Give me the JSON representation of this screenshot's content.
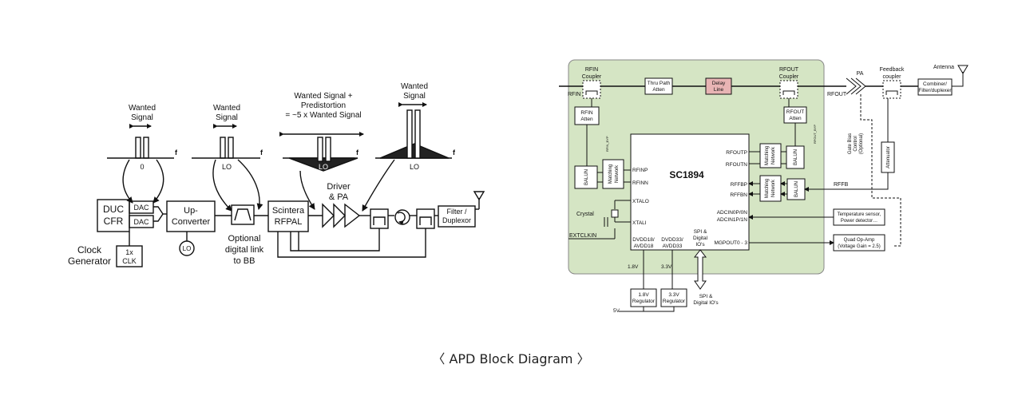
{
  "caption": "〈 APD Block Diagram 〉",
  "left": {
    "spectrum1": {
      "title_lines": [
        "Wanted",
        "Signal"
      ],
      "center": "0",
      "axis": "f"
    },
    "spectrum2": {
      "title_lines": [
        "Wanted",
        "Signal"
      ],
      "center": "LO",
      "axis": "f"
    },
    "spectrum3": {
      "title_lines": [
        "Wanted Signal +",
        "Predistortion",
        "= ~5 x Wanted Signal"
      ],
      "center": "LO",
      "axis": "f"
    },
    "spectrum4": {
      "title_lines": [
        "Wanted",
        "Signal"
      ],
      "center": "LO",
      "axis": "f"
    },
    "duc": [
      "DUC",
      "CFR"
    ],
    "dac": "DAC",
    "upconverter": [
      "Up-",
      "Converter"
    ],
    "lo": "LO",
    "optional_link": [
      "Optional",
      "digital link",
      "to BB"
    ],
    "scintera": [
      "Scintera",
      "RFPAL"
    ],
    "driver": [
      "Driver",
      "& PA"
    ],
    "filter": [
      "Filter /",
      "Duplexor"
    ],
    "clock_gen": [
      "Clock",
      "Generator"
    ],
    "clk": [
      "1x",
      "CLK"
    ]
  },
  "right": {
    "rfin_coupler": [
      "RFIN",
      "Coupler"
    ],
    "rfin": "RFIN",
    "thru_path": [
      "Thru Path",
      "Atten"
    ],
    "delay_line": [
      "Delay",
      "Line"
    ],
    "rfout_coupler": [
      "RFOUT",
      "Coupler"
    ],
    "pa": "PA",
    "feedback_coupler": [
      "Feedback",
      "coupler"
    ],
    "antenna": "Antenna",
    "combiner": [
      "Combiner/",
      "Filter/duplexer"
    ],
    "rfout": "RFOUT",
    "rfin_atten": [
      "RFIN",
      "Atten"
    ],
    "rfout_atten": [
      "RFOUT",
      "Atten"
    ],
    "rfin_bypass_label": "RFIN_BYP",
    "rfout_bypass_label": "RFOUT_BYP",
    "balun": "BALUN",
    "matching": [
      "Matching",
      "Network"
    ],
    "chip": "SC1894",
    "pins": {
      "rfinp": "RFINP",
      "rfinn": "RFINN",
      "xtalo": "XTALO",
      "xtali": "XTALI",
      "rfoutp": "RFOUTP",
      "rfoutn": "RFOUTN",
      "rffbp": "RFFBP",
      "rffbn": "RFFBN",
      "adc0": "ADCIN0P/0N",
      "adc1": "ADCIN1P/1N",
      "mgp": "MGPOUT0 - 3",
      "dvdd18": [
        "DVDD18/",
        "AVDD18"
      ],
      "dvdd33": [
        "DVDD33/",
        "AVDD33"
      ],
      "spi_pin": [
        "SPI &",
        "Digital",
        "IO's"
      ]
    },
    "crystal": "Crystal",
    "extclk": "EXTCLKIN",
    "gate_bias": [
      "Gate Bias",
      "Control",
      "(Optional)"
    ],
    "attenuator": "Attenuator",
    "rffb": "RFFB",
    "temp": [
      "Temperature sensor,",
      "Power detector…"
    ],
    "opamp": [
      "Quad Op-Amp",
      "(Voltage Gain = 2.5)"
    ],
    "v18": "1.8V",
    "v33": "3.3V",
    "reg18": [
      "1.8V",
      "Regulator"
    ],
    "reg33": [
      "3.3V",
      "Regulator"
    ],
    "v5": "5V",
    "spi_bottom": [
      "SPI &",
      "Digital IO's"
    ]
  },
  "colors": {
    "board": "#d5e5c4",
    "delay": "#e8b4b4",
    "line": "#111111"
  }
}
